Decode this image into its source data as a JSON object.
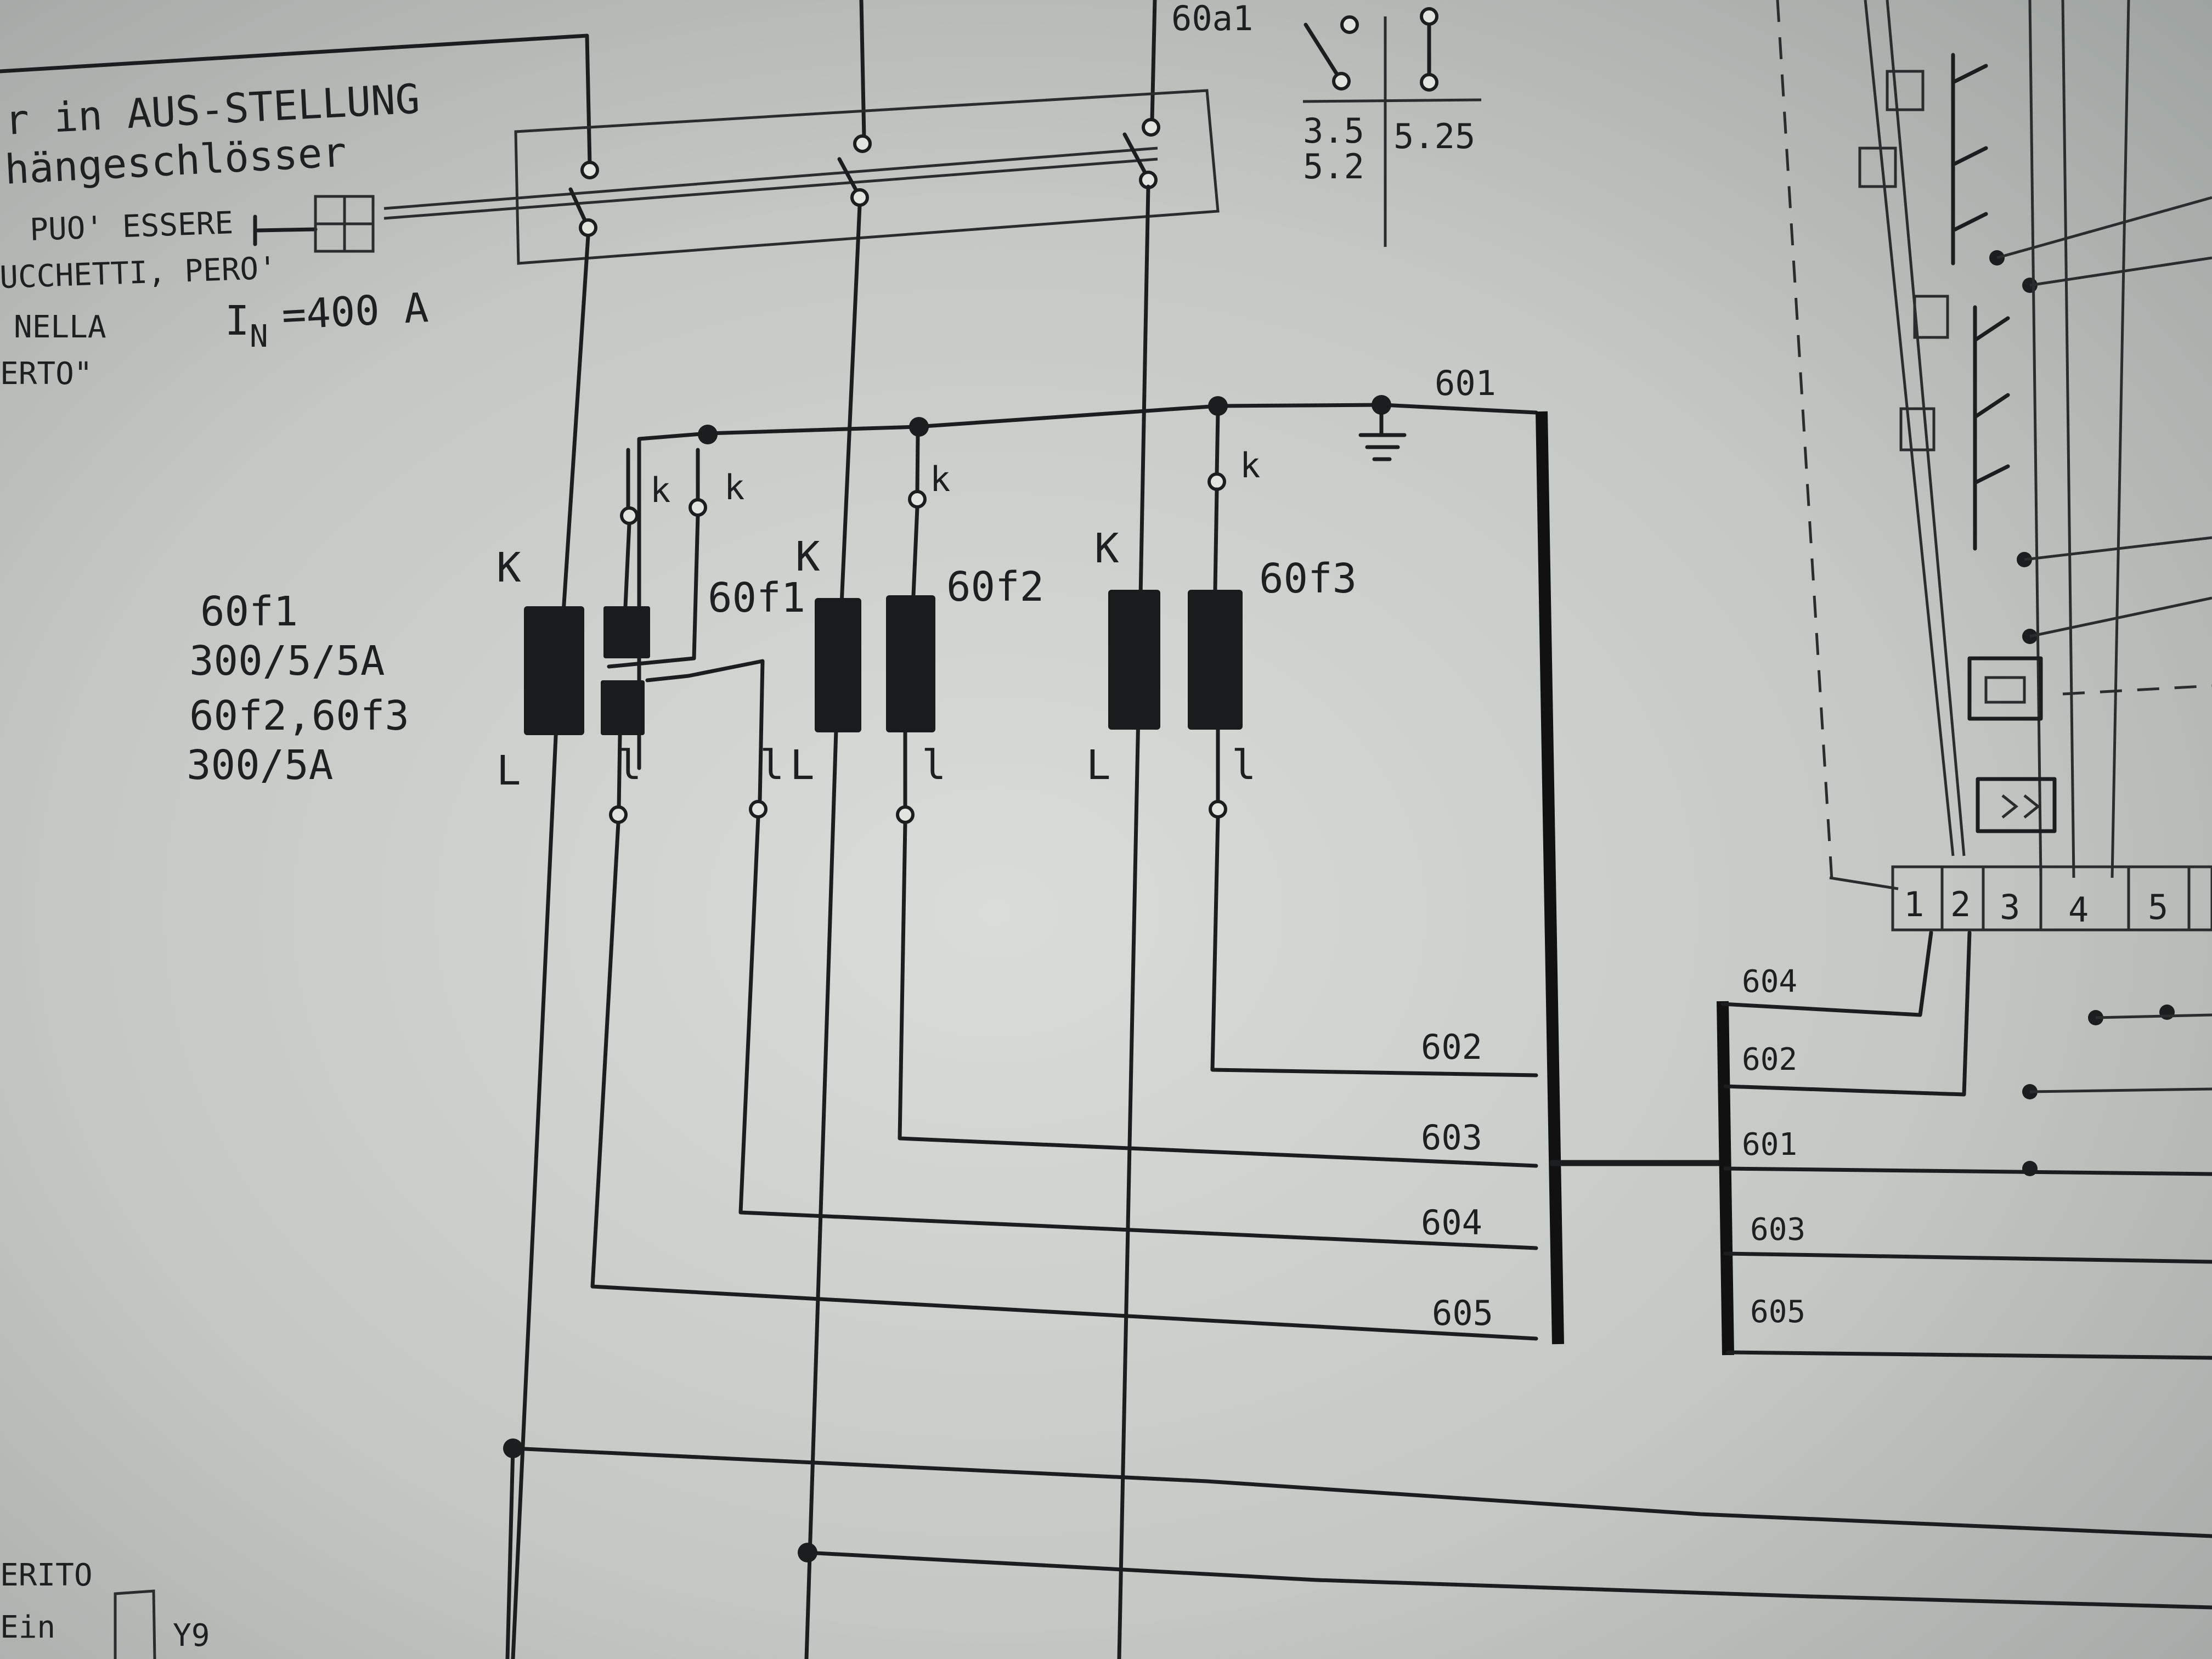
{
  "header_notes": {
    "line1": "r in AUS-STELLUNG",
    "line2": "hängeschlösser",
    "line3": "PUO' ESSERE",
    "line4": "UCCHETTI, PERO'",
    "line5": "NELLA",
    "line6": "ERTO\"",
    "rating_i": "I",
    "rating_sub": "N",
    "rating_val": "=400 A"
  },
  "breaker": {
    "label": "60a1"
  },
  "contact_legend": {
    "left_top": "3.5",
    "left_bottom": "5.2",
    "right": "5.25"
  },
  "ct_specs": {
    "line1": "60f1",
    "line2": "300/5/5A",
    "line3": "60f2,60f3",
    "line4": "300/5A"
  },
  "transformers": {
    "f1": "60f1",
    "f2": "60f2",
    "f3": "60f3",
    "primary_top": "K",
    "primary_bottom": "L",
    "secondary_top": "k",
    "secondary_bottom": "l"
  },
  "wires": {
    "ground": "601",
    "w602": "602",
    "w603": "603",
    "w604": "604",
    "w605": "605"
  },
  "terminal_block": {
    "labels": [
      "604",
      "602",
      "601",
      "603",
      "605"
    ]
  },
  "terminal_strip": {
    "numbers": [
      "1",
      "2",
      "3",
      "4",
      "5"
    ]
  },
  "bottom_left": {
    "line1": "ERITO",
    "line2": "Ein",
    "tag": "Y9"
  }
}
